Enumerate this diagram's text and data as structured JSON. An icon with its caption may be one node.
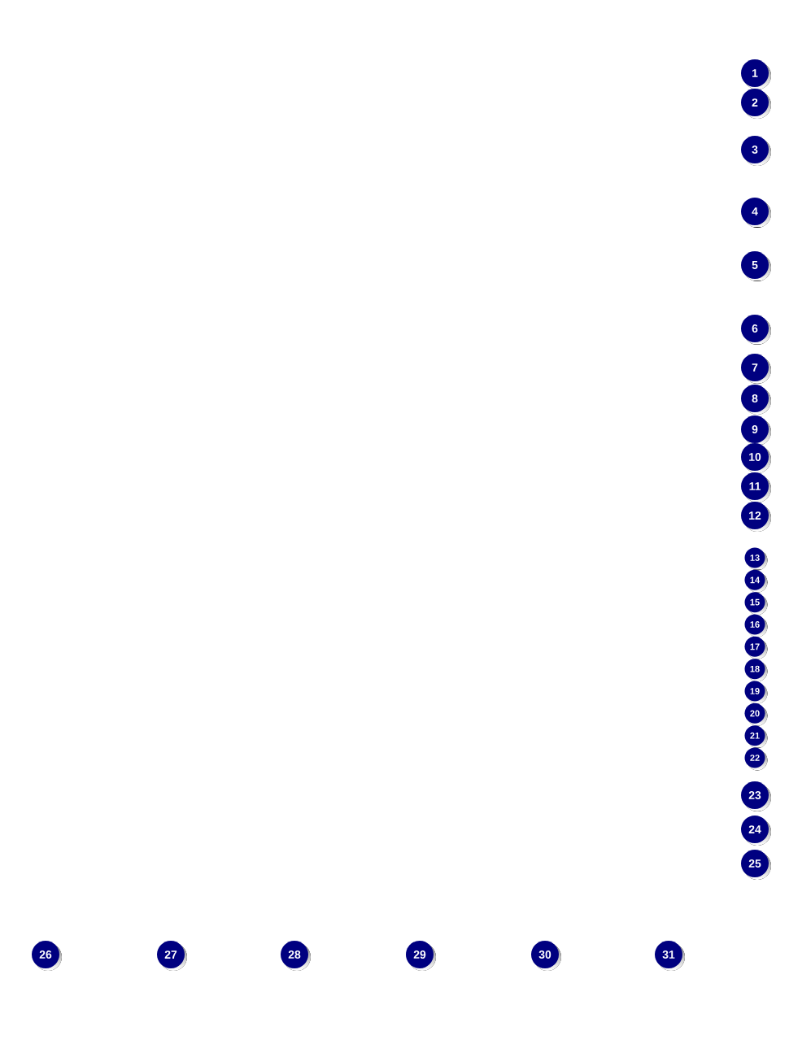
{
  "diagram": {
    "labels": [
      "1",
      "2",
      "3",
      "4",
      "5",
      "6",
      "7",
      "8",
      "9",
      "10",
      "11",
      "12",
      "13",
      "14",
      "15",
      "16",
      "17",
      "18",
      "19",
      "20",
      "21",
      "22",
      "23",
      "24",
      "25",
      "26",
      "27",
      "28",
      "29",
      "30",
      "31"
    ]
  }
}
